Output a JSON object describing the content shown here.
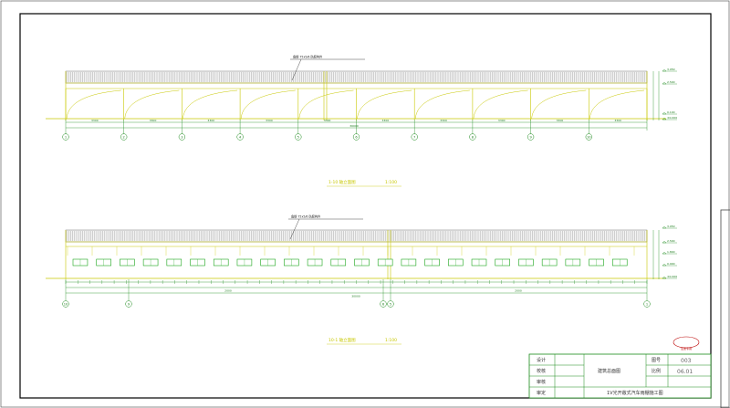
{
  "drawing": {
    "elevation_1": {
      "note": "角钢 75x5/6 防腐构件",
      "caption": "1-10 轴立面图",
      "caption_scale": "1:100",
      "bay_dims": [
        "3300",
        "3300",
        "3300",
        "3300",
        "3300",
        "3300",
        "3300",
        "3300",
        "3300",
        "3300"
      ],
      "total_dim": "30000",
      "axes": [
        "1",
        "2",
        "3",
        "4",
        "5",
        "6",
        "7",
        "8",
        "9",
        "10"
      ],
      "elevations": [
        "3.050",
        "2.500",
        "0.100",
        "±0.000"
      ]
    },
    "elevation_2": {
      "note": "角钢 75x5/6 防腐构件",
      "caption": "10-1 轴立面图",
      "caption_scale": "1:100",
      "sub_dims": [
        "2000",
        "2000"
      ],
      "total_dim": "30000",
      "axes": [
        "10",
        "9",
        "6",
        "5",
        "1"
      ],
      "elevations": [
        "3.050",
        "2.500",
        "1.800",
        "0.900",
        "±0.000"
      ]
    }
  },
  "title_block": {
    "rows": [
      "设计",
      "校核",
      "审核",
      "审定"
    ],
    "project": "建筑总面图",
    "drawing_no_label": "图号",
    "drawing_no": "003",
    "scale_label": "比例",
    "scale": "06.01",
    "drawing_name": "1V光开敞式汽车雨棚施工图",
    "stamp_text": "注册专用"
  },
  "colors": {
    "frame": "#000000",
    "roof_hatch": "#888888",
    "outline": "#c8c800",
    "dimension": "#1a8a1a",
    "window": "#1aa51a"
  }
}
